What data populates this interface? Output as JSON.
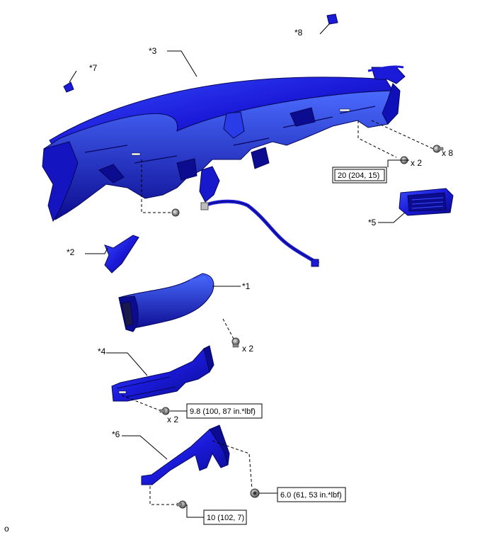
{
  "callouts": {
    "p1": "*1",
    "p2": "*2",
    "p3": "*3",
    "p4": "*4",
    "p5": "*5",
    "p6": "*6",
    "p7": "*7",
    "p8": "*8"
  },
  "quantities": {
    "q_clip_right": "x 8",
    "q_bolt_center": "x 2",
    "q_duct": "x 2",
    "q_brace": "x 2"
  },
  "torque_specs": {
    "main_bolts": "20 (204, 15)",
    "brace_bolts": "9.8 (100, 87 in.*lbf)",
    "lower_nut": "6.0 (61, 53 in.*lbf)",
    "lower_bolt": "10 (102, 7)"
  },
  "corner_mark": "o",
  "colors": {
    "part_fill": "#1a1ad8",
    "part_dark": "#0a0a7a",
    "part_light": "#4a6bff",
    "fastener": "#9a9a9a",
    "line": "#000000"
  },
  "icons": [
    "bolt-icon",
    "nut-icon",
    "clip-icon"
  ]
}
